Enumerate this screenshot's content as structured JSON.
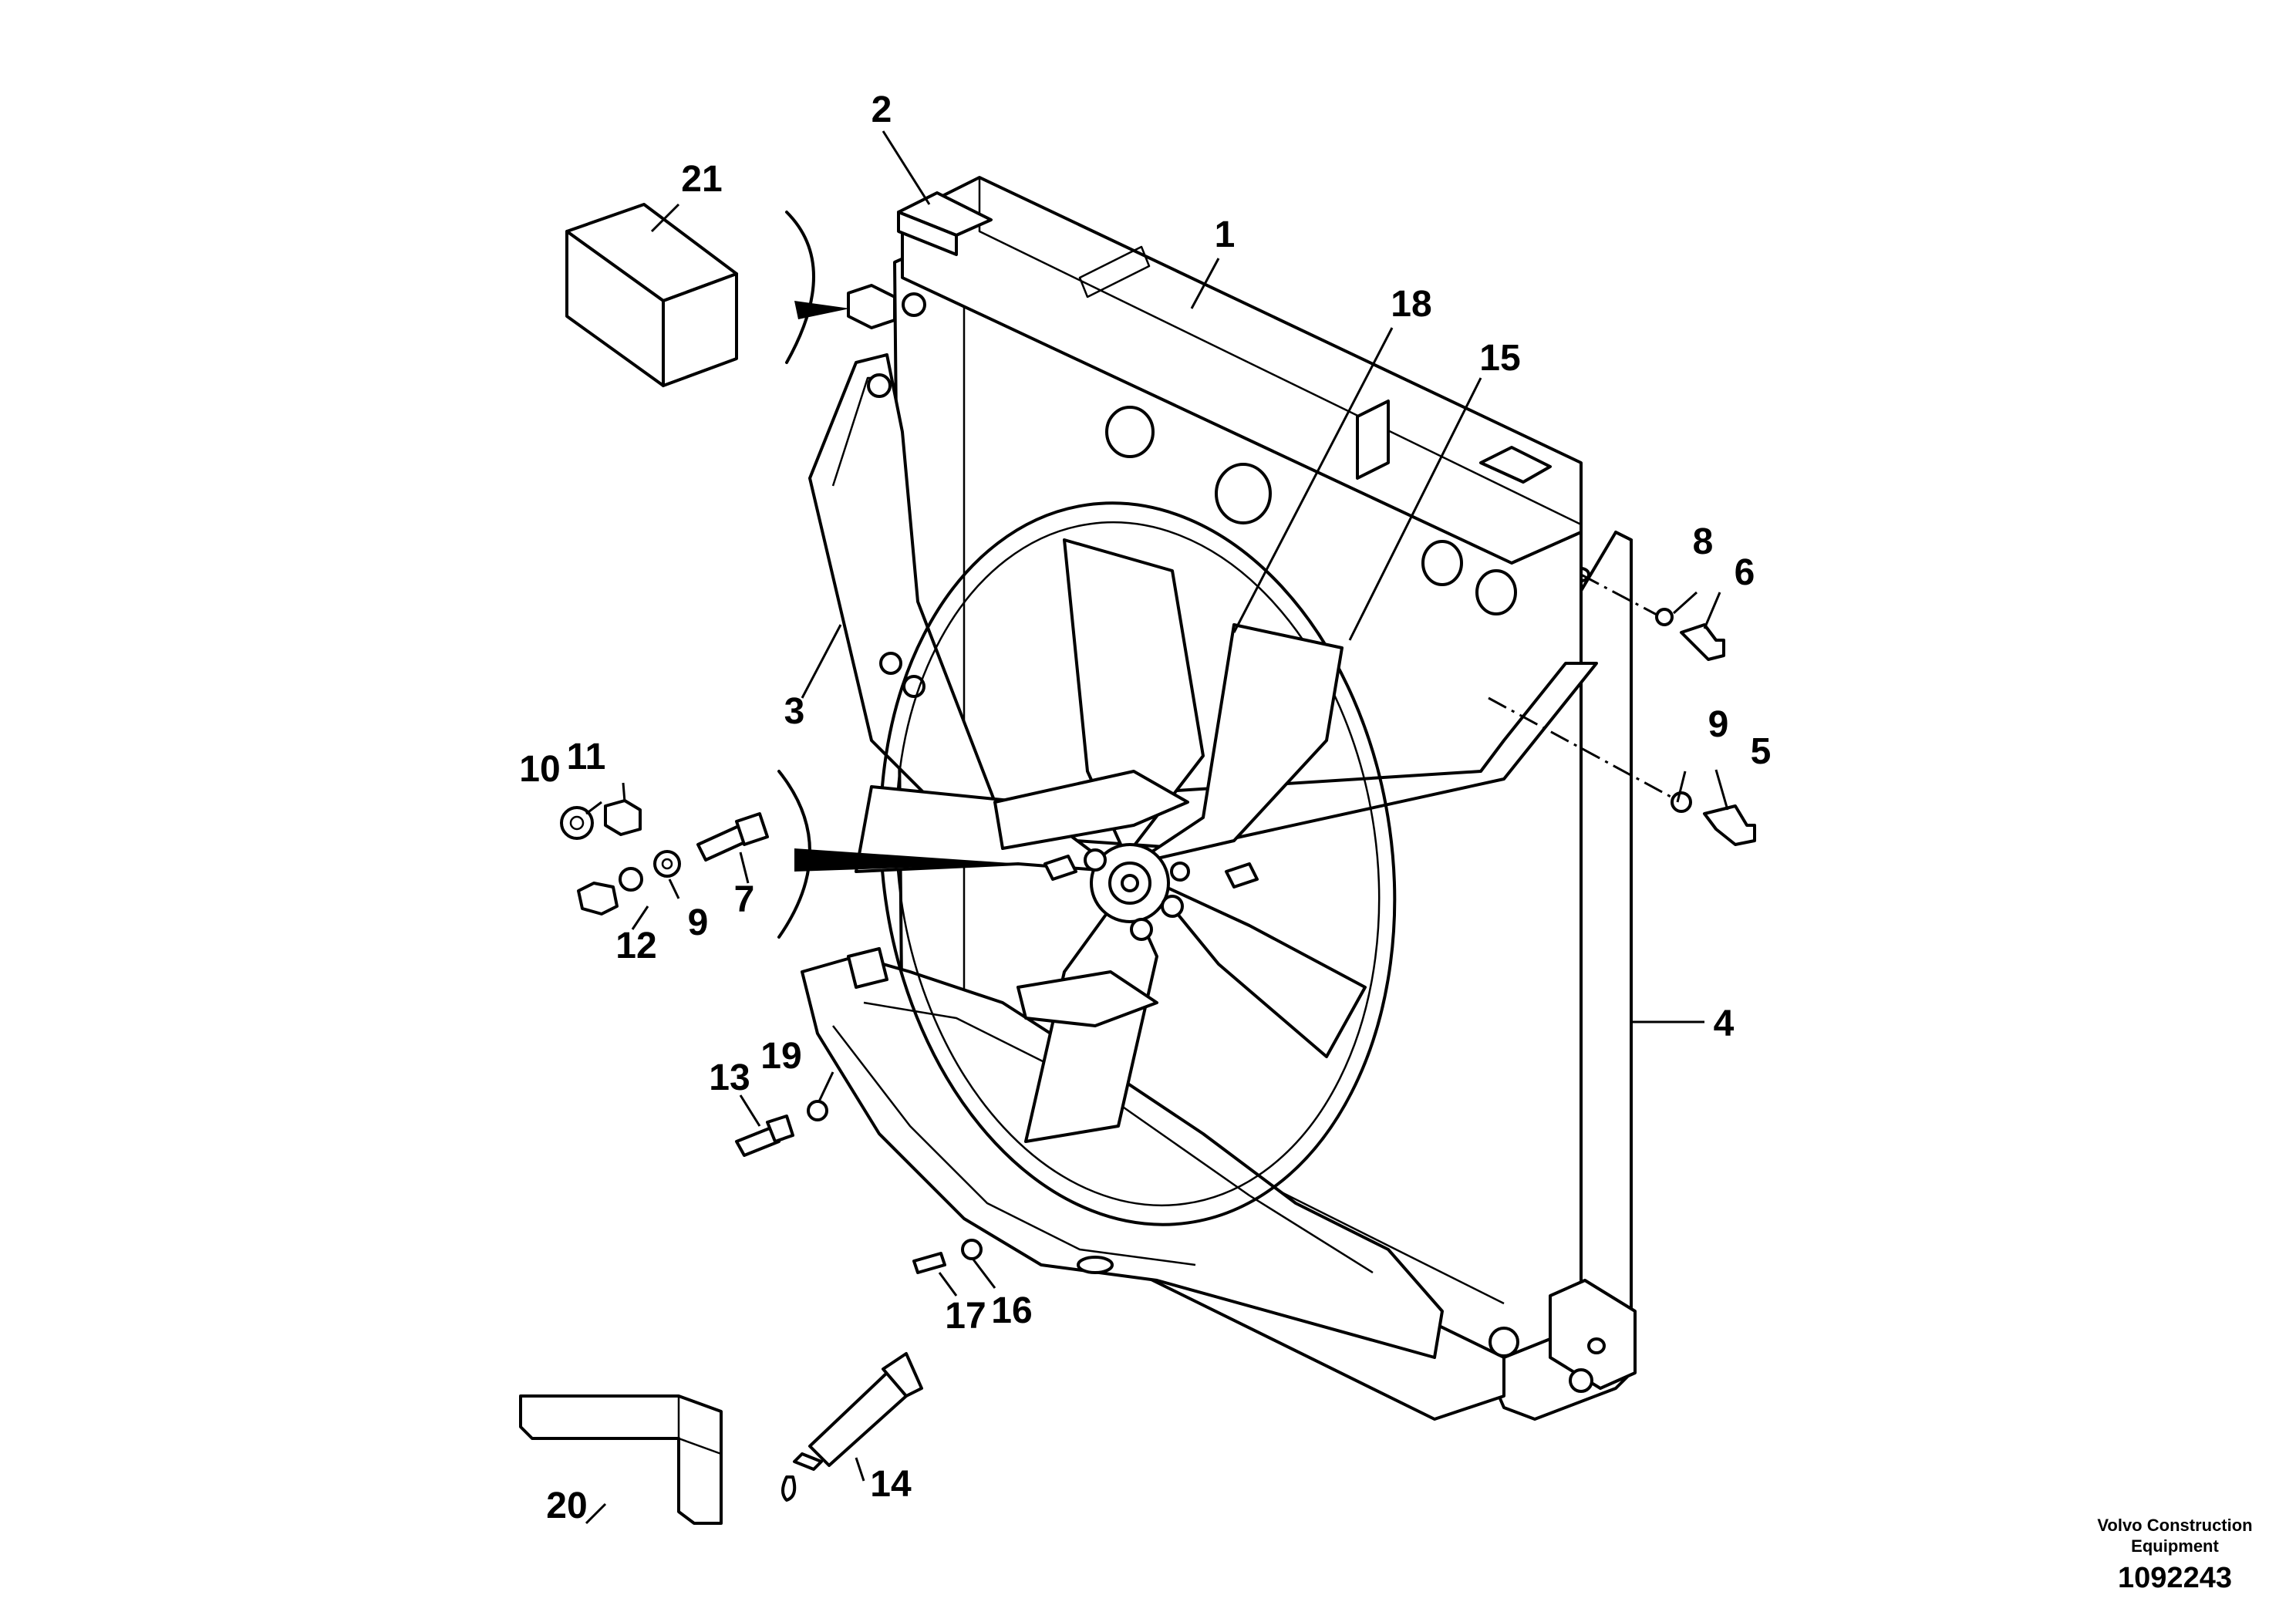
{
  "callouts": [
    {
      "key": "c1",
      "text": "1"
    },
    {
      "key": "c2",
      "text": "2"
    },
    {
      "key": "c3",
      "text": "3"
    },
    {
      "key": "c4",
      "text": "4"
    },
    {
      "key": "c5",
      "text": "5"
    },
    {
      "key": "c6",
      "text": "6"
    },
    {
      "key": "c7",
      "text": "7"
    },
    {
      "key": "c8",
      "text": "8"
    },
    {
      "key": "c9a",
      "text": "9"
    },
    {
      "key": "c9b",
      "text": "9"
    },
    {
      "key": "c10",
      "text": "10"
    },
    {
      "key": "c11",
      "text": "11"
    },
    {
      "key": "c12",
      "text": "12"
    },
    {
      "key": "c13",
      "text": "13"
    },
    {
      "key": "c14",
      "text": "14"
    },
    {
      "key": "c15",
      "text": "15"
    },
    {
      "key": "c16",
      "text": "16"
    },
    {
      "key": "c17",
      "text": "17"
    },
    {
      "key": "c18",
      "text": "18"
    },
    {
      "key": "c19",
      "text": "19"
    },
    {
      "key": "c20",
      "text": "20"
    },
    {
      "key": "c21",
      "text": "21"
    }
  ],
  "footer": {
    "brand_line1": "Volvo Construction",
    "brand_line2": "Equipment",
    "doc_number": "1092243"
  }
}
